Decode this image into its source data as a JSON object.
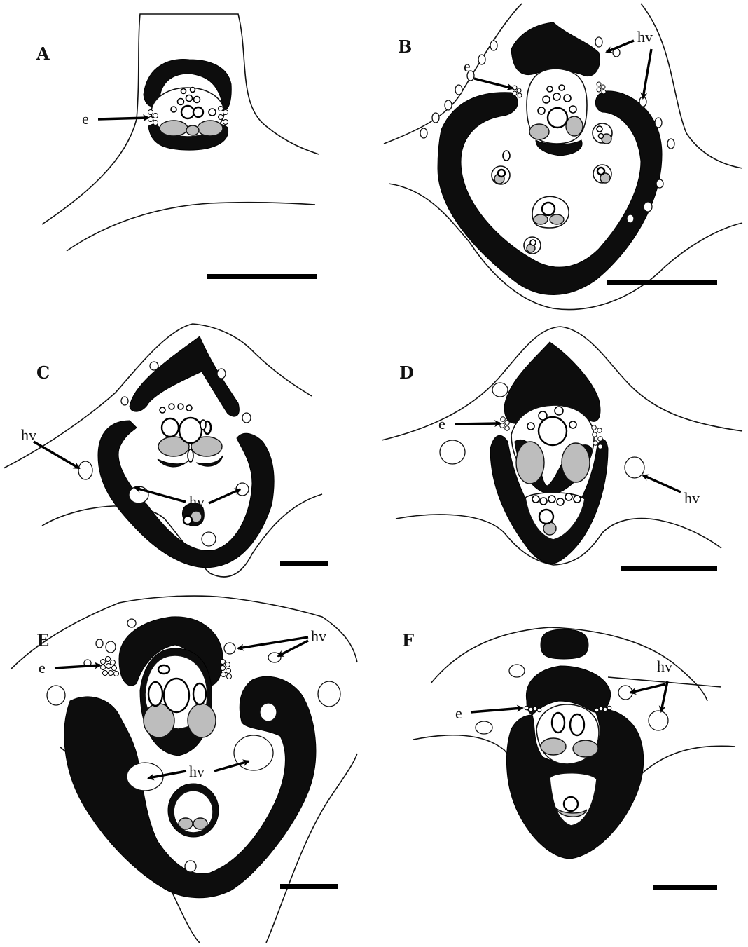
{
  "panels": [
    {
      "letter": "A",
      "labels": [
        "e"
      ]
    },
    {
      "letter": "B",
      "labels": [
        "e",
        "hv"
      ]
    },
    {
      "letter": "C",
      "labels": [
        "hv",
        "hv"
      ]
    },
    {
      "letter": "D",
      "labels": [
        "e",
        "hv"
      ]
    },
    {
      "letter": "E",
      "labels": [
        "e",
        "hv",
        "hv"
      ]
    },
    {
      "letter": "F",
      "labels": [
        "e",
        "hv"
      ]
    }
  ],
  "colors": {
    "sclerenchyma": "#0d0d0d",
    "phloem": "#bdbdbd",
    "background": "#ffffff"
  }
}
